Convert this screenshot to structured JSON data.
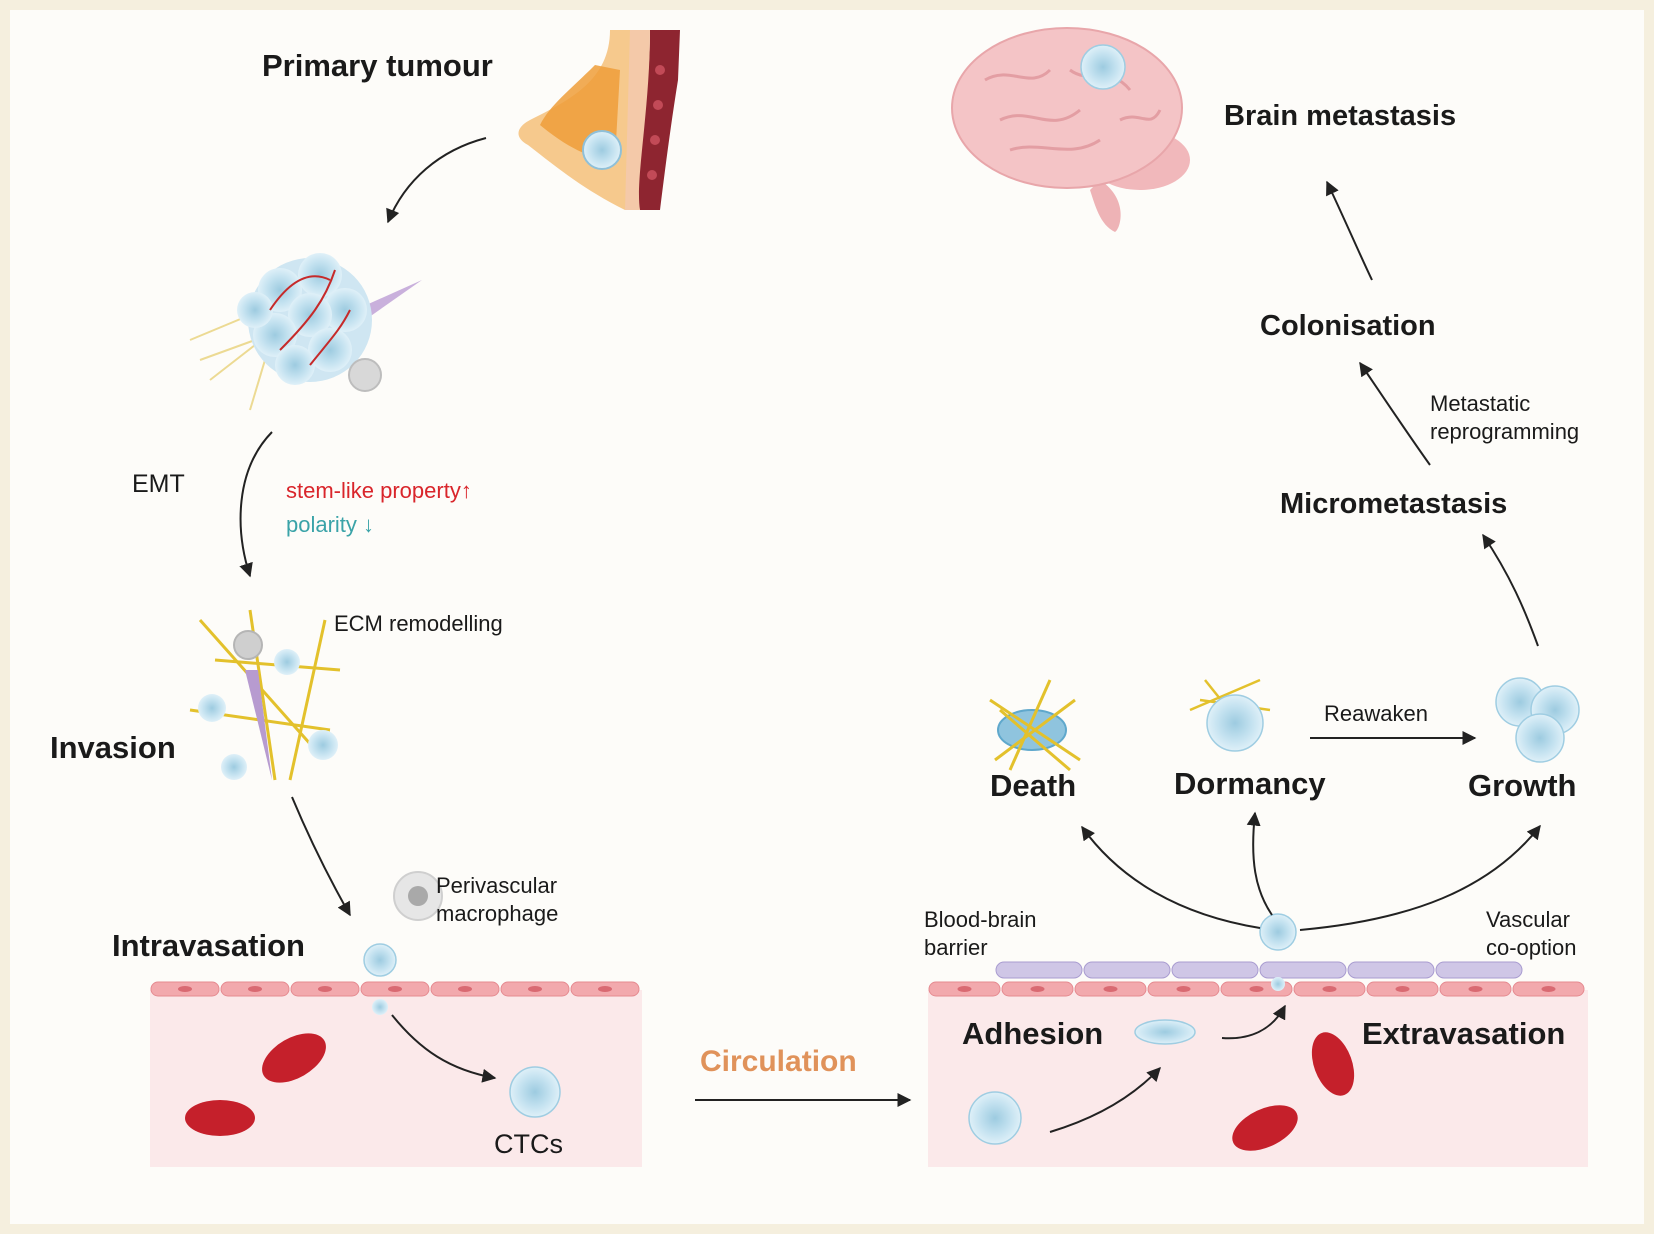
{
  "labels": {
    "primary_tumour": "Primary tumour",
    "emt": "EMT",
    "stem_like": "stem-like property↑",
    "polarity": "polarity ↓",
    "ecm_remodelling": "ECM remodelling",
    "invasion": "Invasion",
    "perivascular_macrophage": "Perivascular macrophage",
    "intravasation": "Intravasation",
    "ctcs": "CTCs",
    "circulation": "Circulation",
    "blood_brain_barrier": "Blood-brain barrier",
    "vascular_co_option": "Vascular co-option",
    "adhesion": "Adhesion",
    "extravasation": "Extravasation",
    "death": "Death",
    "dormancy": "Dormancy",
    "growth": "Growth",
    "reawaken": "Reawaken",
    "micrometastasis": "Micrometastasis",
    "metastatic_reprogramming": "Metastatic reprogramming",
    "colonisation": "Colonisation",
    "brain_metastasis": "Brain metastasis"
  },
  "colors": {
    "background": "#f5efde",
    "panel": "#fdfcf9",
    "vessel": "#fbe9ea",
    "endothelium": "#f2a9ad",
    "pericyte": "#cfc6e6",
    "red_blood_cell": "#c5202b",
    "tumour_cell": "#bfe0ef",
    "collagen": "#e9c53a",
    "brain": "#f4c4c6",
    "stem_like_text": "#d9252b",
    "polarity_text": "#3aa3a8",
    "circulation_text": "#e0925a"
  }
}
